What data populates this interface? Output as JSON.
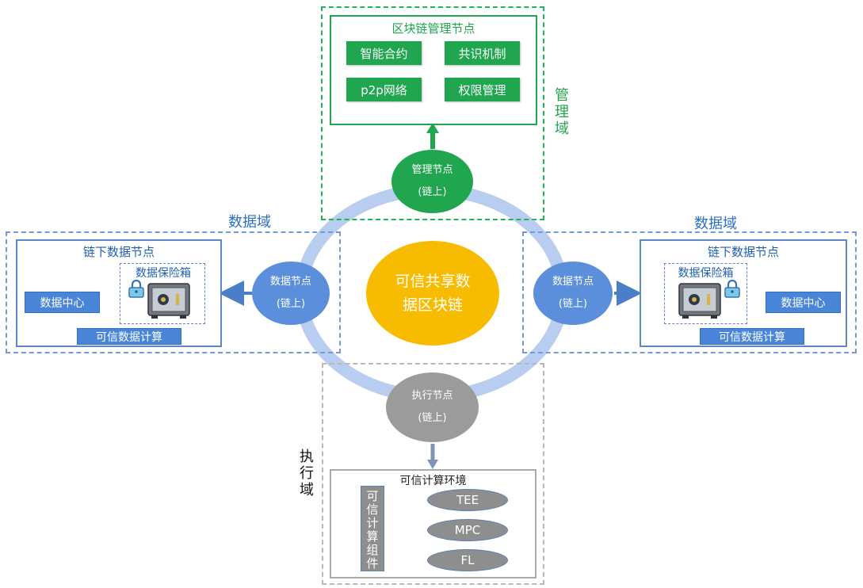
{
  "management": {
    "domain_label": "管理域",
    "chain_mgmt_title": "区块链管理节点",
    "modules": [
      "智能合约",
      "共识机制",
      "p2p网络",
      "权限管理"
    ],
    "node_line1": "管理节点",
    "node_line2": "(链上)"
  },
  "center": {
    "label": "可信共享数据区块链"
  },
  "data_left": {
    "domain_label": "数据域",
    "offchain_title": "链下数据节点",
    "vault_title": "数据保险箱",
    "datacenter": "数据中心",
    "compute": "可信数据计算",
    "node_line1": "数据节点",
    "node_line2": "(链上)"
  },
  "data_right": {
    "domain_label": "数据域",
    "offchain_title": "链下数据节点",
    "vault_title": "数据保险箱",
    "datacenter": "数据中心",
    "compute": "可信数据计算",
    "node_line1": "数据节点",
    "node_line2": "(链上)"
  },
  "execution": {
    "domain_label": "执行域",
    "node_line1": "执行节点",
    "node_line2": "(链上)",
    "env_title": "可信计算环境",
    "component": "可信计算组件",
    "items": [
      "TEE",
      "MPC",
      "FL"
    ]
  },
  "colors": {
    "green": "#1fa64e",
    "ring": "#b9cdf1",
    "data_node": "#5b8fdc",
    "center": "#f7bb00",
    "exec_node": "#9b9b9b",
    "blue_box": "#4a86d8"
  }
}
